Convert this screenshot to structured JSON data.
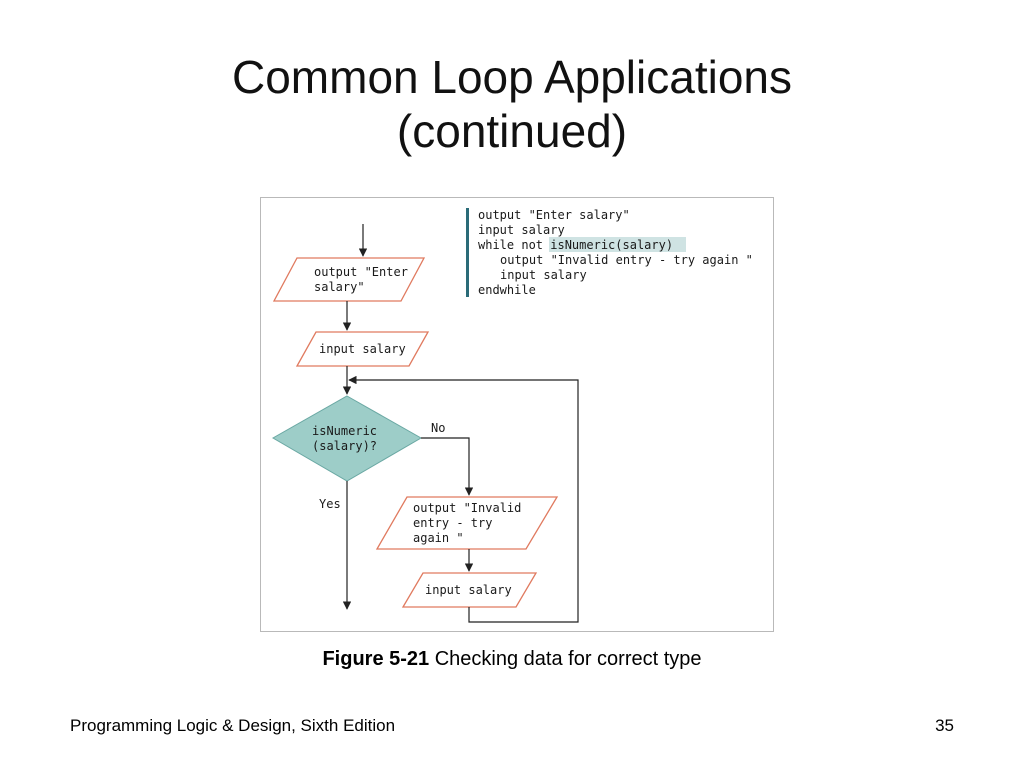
{
  "slide": {
    "title_line1": "Common Loop Applications",
    "title_line2": "(continued)"
  },
  "pseudocode": {
    "lines": [
      "output \"Enter salary\"",
      "input salary",
      "while not ",
      "output \"Invalid entry - try again \"",
      "input salary",
      "endwhile"
    ],
    "highlight": "isNumeric(salary)",
    "highlight_color": "#cfe3e3",
    "bar_color": "#2a6b78"
  },
  "flowchart": {
    "output_enter": [
      "output \"Enter",
      "salary\""
    ],
    "input_salary_1": "input salary",
    "decision": [
      "isNumeric",
      "(salary)?"
    ],
    "no_label": "No",
    "yes_label": "Yes",
    "output_invalid": [
      "output \"Invalid",
      "entry - try",
      "again \""
    ],
    "input_salary_2": "input salary",
    "io_stroke_color": "#e07a5f",
    "decision_fill": "#9dcdc8"
  },
  "caption": {
    "figure_label": "Figure 5-21",
    "text": " Checking data for correct type"
  },
  "footer": {
    "book_title": "Programming Logic & Design, Sixth Edition",
    "page_number": "35"
  }
}
